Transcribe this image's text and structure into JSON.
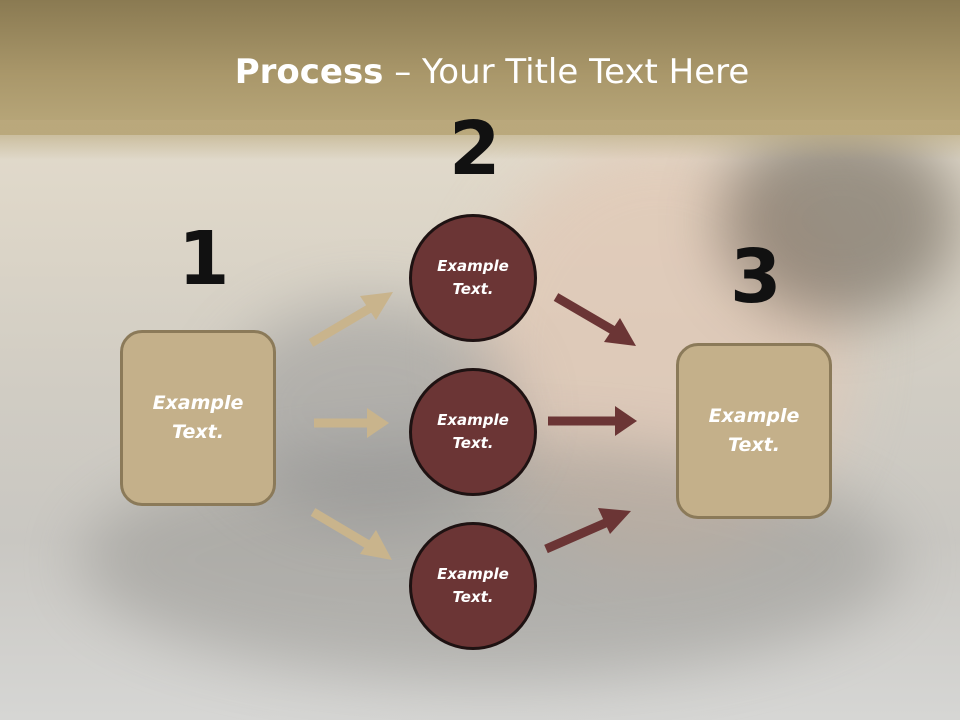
{
  "title": {
    "bold": "Process",
    "rest": " – Your Title Text Here"
  },
  "steps": {
    "one": "1",
    "two": "2",
    "three": "3"
  },
  "left_box": {
    "line1": "Example",
    "line2": "Text."
  },
  "right_box": {
    "line1": "Example",
    "line2": "Text."
  },
  "circles": [
    {
      "line1": "Example",
      "line2": "Text."
    },
    {
      "line1": "Example",
      "line2": "Text."
    },
    {
      "line1": "Example",
      "line2": "Text."
    }
  ],
  "colors": {
    "box_fill": "#c4b08a",
    "box_border": "#8b7a59",
    "circle_fill": "#6b3535",
    "tan_arrow": "#c9b48c",
    "maroon_arrow": "#6b3535"
  }
}
